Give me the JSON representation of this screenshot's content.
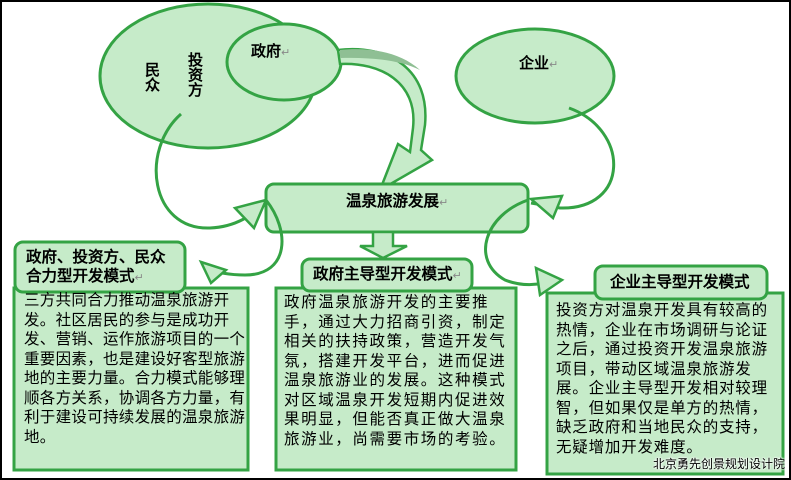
{
  "colors": {
    "fill": "#c6ebc9",
    "stroke": "#34a344",
    "arrow_shadow": "#8fbf94",
    "text": "#000000"
  },
  "ellipses": {
    "people": "民众",
    "investors": "投资方",
    "government": "政府",
    "enterprise": "企业"
  },
  "center": {
    "title": "温泉旅游发展"
  },
  "modes": [
    {
      "title_line1": "政府、投资方、民众",
      "title_line2": "合力型开发模式",
      "body": "三方共同合力推动温泉旅游开发。社区居民的参与是成功开发、营销、运作旅游项目的一个重要因素，也是建设好客型旅游地的主要力量。合力模式能够理顺各方关系，协调各方力量，有利于建设可持续发展的温泉旅游地。"
    },
    {
      "title_line1": "政府主导型开发模式",
      "body": "政府温泉旅游开发的主要推手，通过大力招商引资，制定相关的扶持政策，营造开发气氛，搭建开发平台，进而促进温泉旅游业的发展。这种模式对区域温泉开发短期内促进效果明显，但能否真正做大温泉旅游业，尚需要市场的考验。"
    },
    {
      "title_line1": "企业主导型开发模式",
      "body": "投资方对温泉开发具有较高的热情，企业在市场调研与论证之后，通过投资开发温泉旅游项目，带动区域温泉旅游发展。企业主导型开发相对较理智，但如果仅是单方的热情，缺乏政府和当地民众的支持，无疑增加开发难度。"
    }
  ],
  "return_mark": "↵",
  "watermark": "北京勇先创景规划设计院"
}
